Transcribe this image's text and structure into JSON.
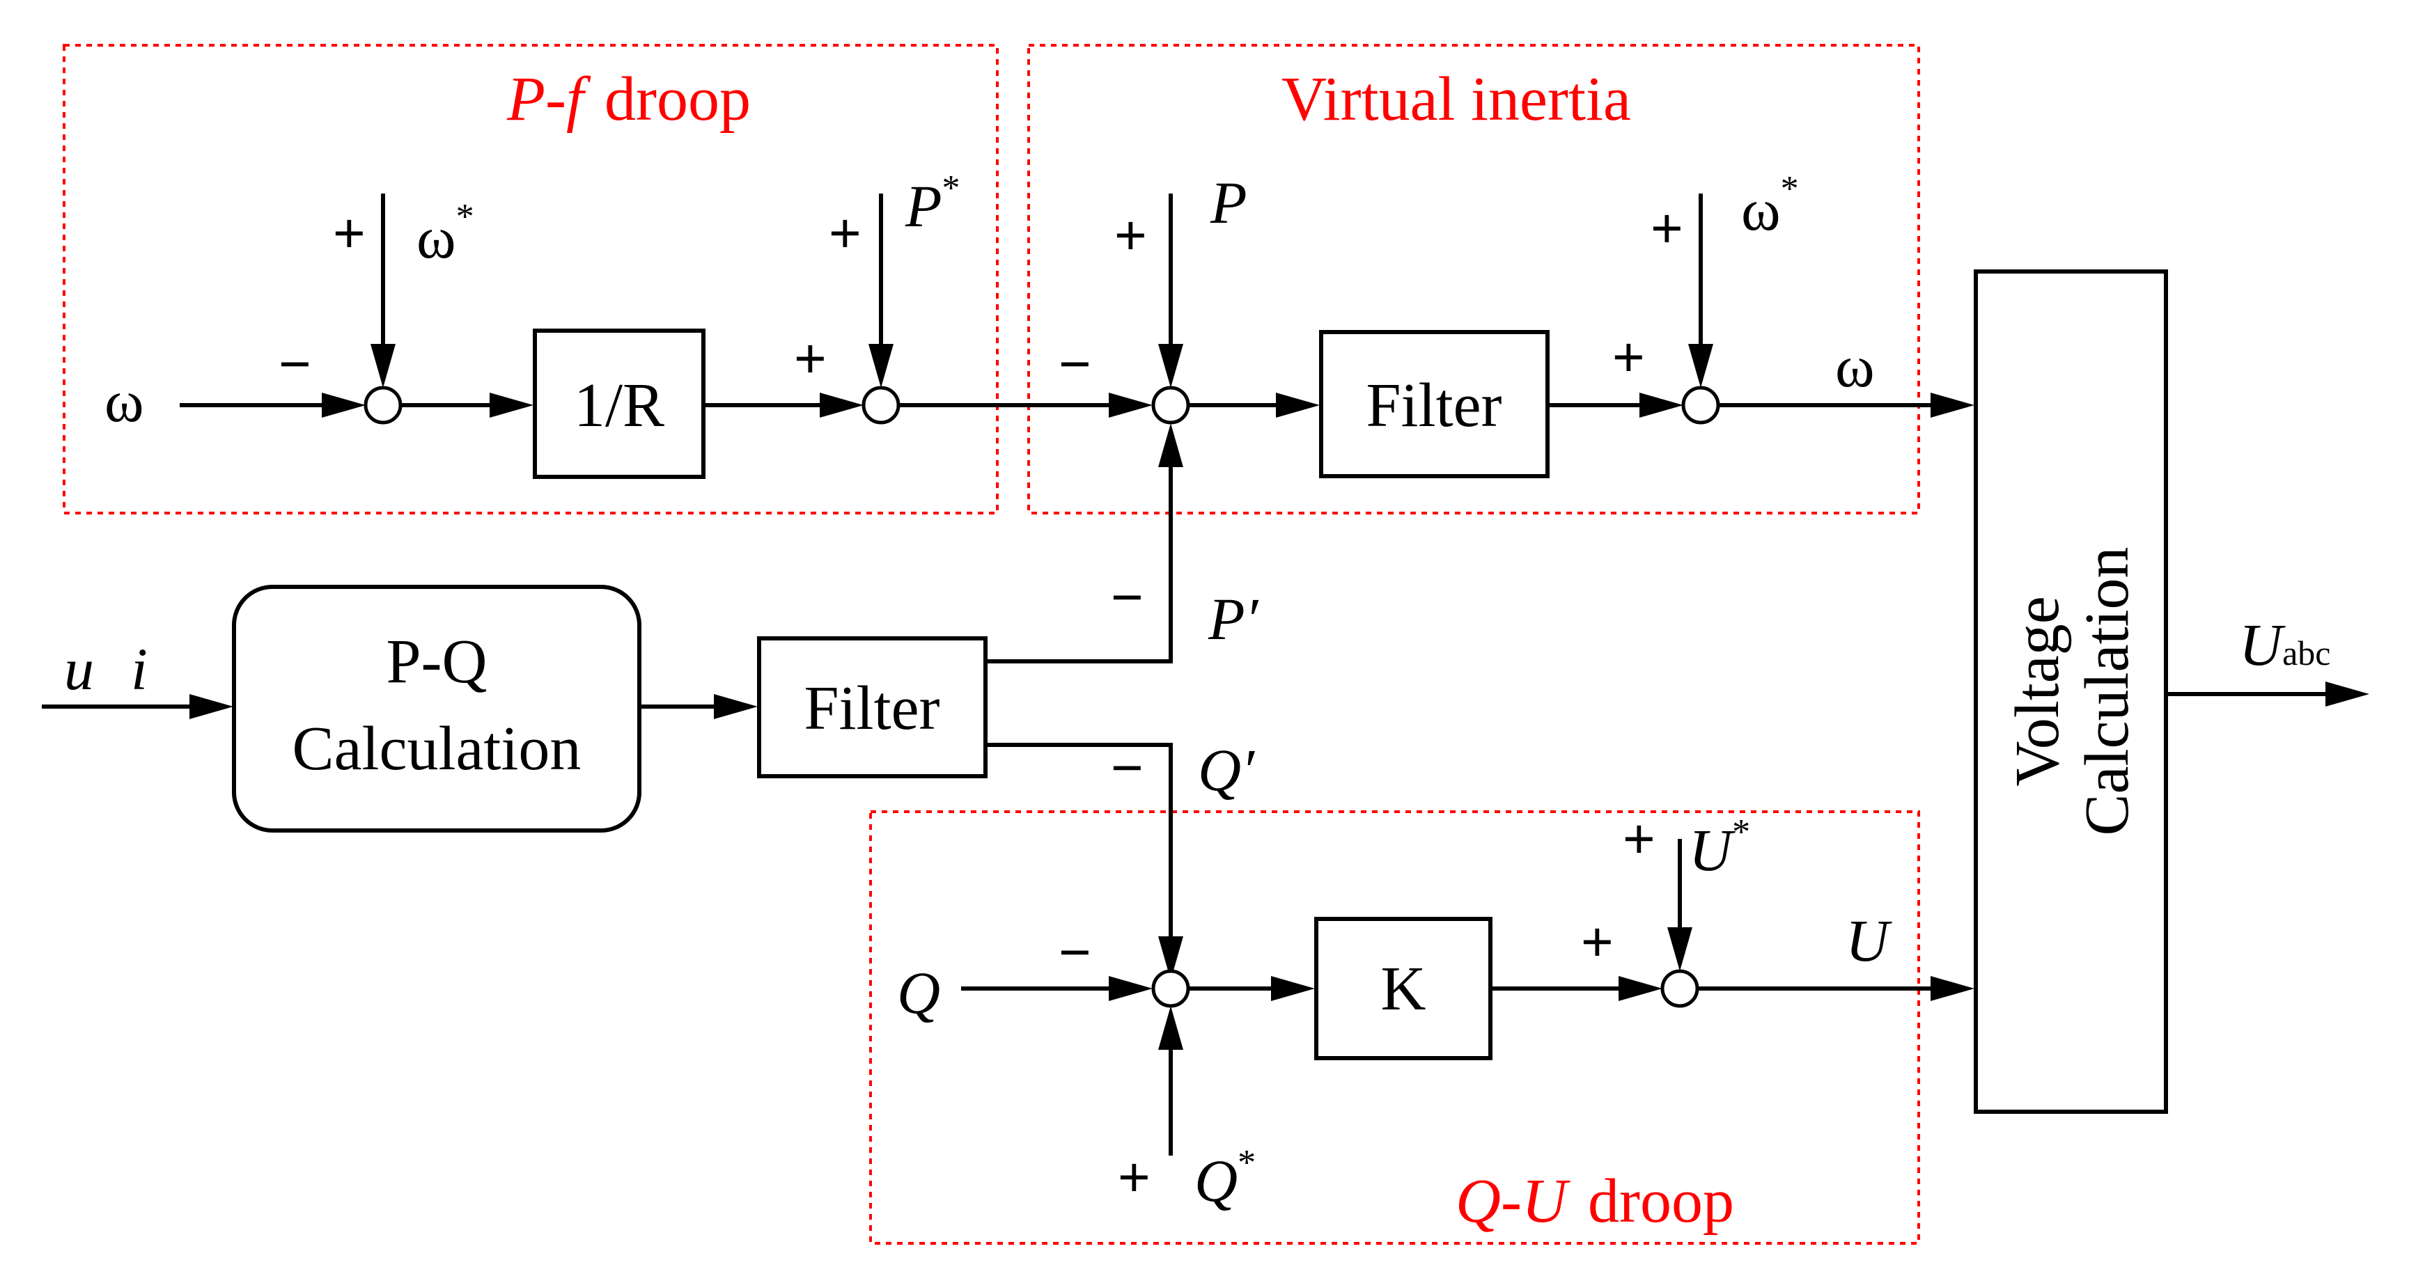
{
  "regions": {
    "pf_droop": {
      "var_p": "P",
      "dash": "-",
      "var_f": "f",
      "word": "droop"
    },
    "virtual_inertia": "Virtual inertia",
    "qu_droop": {
      "var_q": "Q",
      "dash": "-",
      "var_u": "U",
      "word": "droop"
    }
  },
  "blocks": {
    "inv_r": "1/R",
    "filter_top": "Filter",
    "filter_mid": "Filter",
    "gain_k": "K",
    "pq_calc_line1": "P-Q",
    "pq_calc_line2": "Calculation",
    "volt_calc_line1": "Voltage",
    "volt_calc_line2": "Calculation"
  },
  "signals": {
    "omega_in": "ω",
    "omega_ref_1": "ω",
    "omega_ref_2": "ω",
    "ref_star": "*",
    "p_ref": "P",
    "p_meas": "P",
    "p_prime": "P′",
    "q_prime": "Q′",
    "q_in": "Q",
    "q_ref": "Q",
    "u_ref": "U",
    "omega_out": "ω",
    "u_out": "U",
    "u_abc": "U",
    "u_abc_sub": "abc",
    "input_u": "u",
    "input_i": "i"
  },
  "signs": {
    "plus": "+",
    "minus": "−"
  }
}
